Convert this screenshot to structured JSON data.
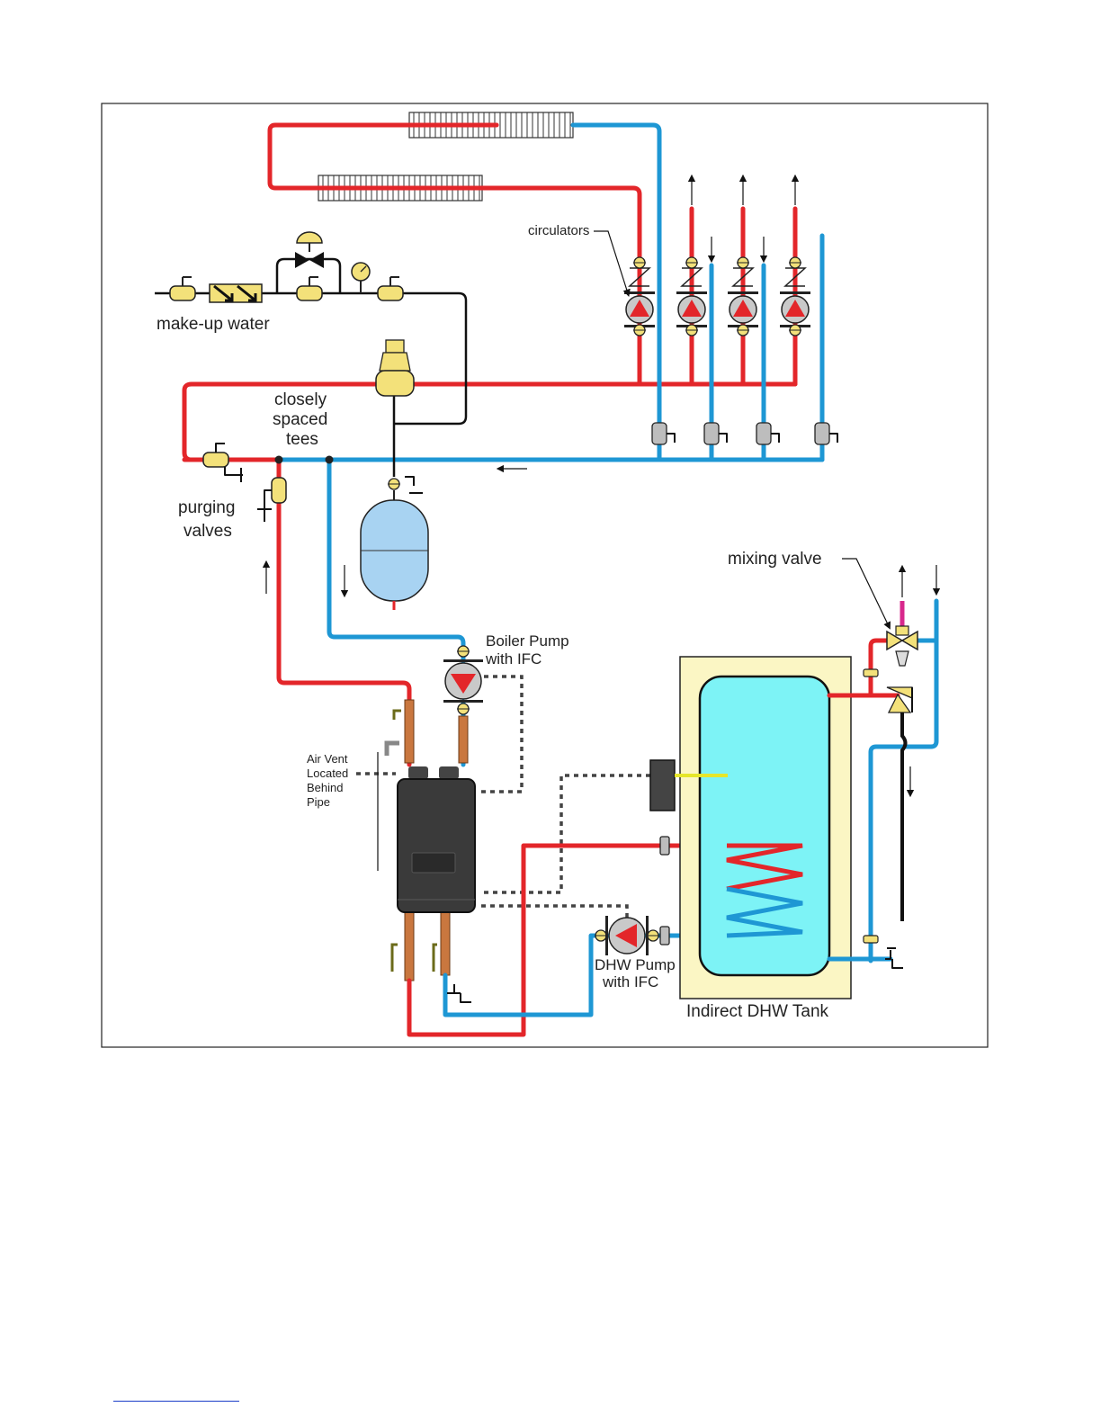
{
  "labels": {
    "circulators": "circulators",
    "makeup_water": "make-up water",
    "tees_1": "closely",
    "tees_2": "spaced",
    "tees_3": "tees",
    "purging_1": "purging",
    "purging_2": "valves",
    "mixing_valve": "mixing valve",
    "boiler_pump_1": "Boiler Pump",
    "boiler_pump_2": "with IFC",
    "air_vent_1": "Air Vent",
    "air_vent_2": "Located",
    "air_vent_3": "Behind",
    "air_vent_4": "Pipe",
    "dhw_pump_1": "DHW Pump",
    "dhw_pump_2": "with IFC",
    "tank": "Indirect DHW Tank"
  },
  "colors": {
    "supply_pipe": "#e3262a",
    "return_pipe": "#1e97d4",
    "tank_outer": "#fbf6c4",
    "tank_water": "#7df3f6",
    "expansion_tank": "#a8d3f2",
    "boiler": "#333333",
    "valve": "#f3e17a"
  },
  "icons": {
    "circulator": "circulator-pump-icon",
    "valve": "ball-valve-icon",
    "expansion_tank": "expansion-tank-icon",
    "boiler": "boiler-icon",
    "tank": "indirect-tank-icon"
  }
}
